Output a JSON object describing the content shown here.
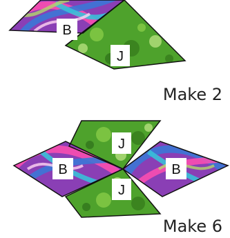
{
  "colors": {
    "swirl_base": "#8a3fb5",
    "swirl_accents": [
      "#ff4fb0",
      "#3b77d6",
      "#39c0d8",
      "#b3d86a",
      "#ffd6f2"
    ],
    "green_base": "#4ea22c",
    "green_accents": [
      "#2f6f18",
      "#8ed24a",
      "#d7f49a",
      "#1f5a12"
    ],
    "outline": "#111111",
    "label_box": "#ffffff"
  },
  "fabrics": {
    "swirl": "B",
    "green": "J"
  },
  "unit_top": {
    "caption": "Make 2"
  },
  "unit_bottom": {
    "caption": "Make 6"
  }
}
